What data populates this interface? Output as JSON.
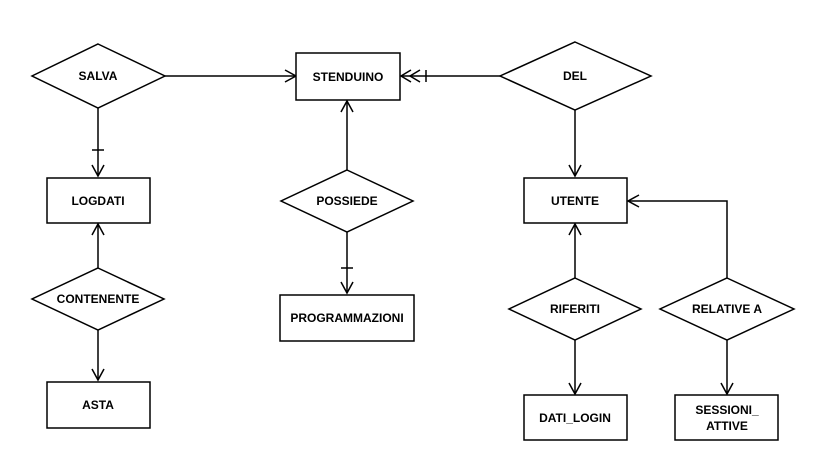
{
  "diagram": {
    "entities": {
      "stenduino": "STENDUINO",
      "logdati": "LOGDATI",
      "asta": "ASTA",
      "programmazioni": "PROGRAMMAZIONI",
      "utente": "UTENTE",
      "dati_login": "DATI_LOGIN",
      "sessioni_line1": "SESSIONI_",
      "sessioni_line2": "ATTIVE"
    },
    "relationships": {
      "salva": "SALVA",
      "del": "DEL",
      "possiede": "POSSIEDE",
      "contenente": "CONTENENTE",
      "riferiti": "RIFERITI",
      "relative_a": "RELATIVE A"
    }
  }
}
